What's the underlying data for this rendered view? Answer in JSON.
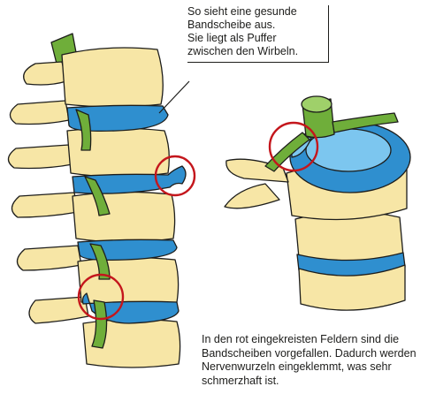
{
  "callout_top": {
    "line1": "So sieht eine gesunde",
    "line2": "Bandscheibe aus.",
    "line3": "Sie liegt als Puffer",
    "line4": "zwischen den Wirbeln."
  },
  "caption_bottom": "In den rot eingekreisten Feldern sind die Bandscheiben vorgefallen. Dadurch werden Nervenwurzeln eingeklemmt, was sehr schmerzhaft ist.",
  "colors": {
    "bone": "#f7e6a6",
    "bone_shadow": "#e8c86c",
    "disc": "#2f8fcf",
    "disc_light": "#7cc6ef",
    "nerve": "#6fae3a",
    "nerve_dark": "#3f7a1f",
    "highlight_circle": "#c4161c",
    "outline": "#1d1d1b"
  }
}
